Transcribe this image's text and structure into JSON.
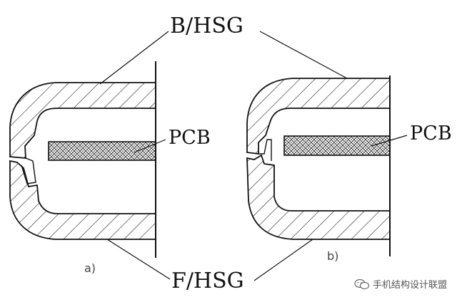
{
  "labels": {
    "back_housing": "B/HSG",
    "front_housing": "F/HSG",
    "pcb_a": "PCB",
    "pcb_b": "PCB",
    "sub_a": "a)",
    "sub_b": "b)"
  },
  "watermark": {
    "icon": "wechat-icon",
    "text": "手机结构设计联盟"
  },
  "colors": {
    "line": "#111111",
    "background": "#ffffff"
  }
}
